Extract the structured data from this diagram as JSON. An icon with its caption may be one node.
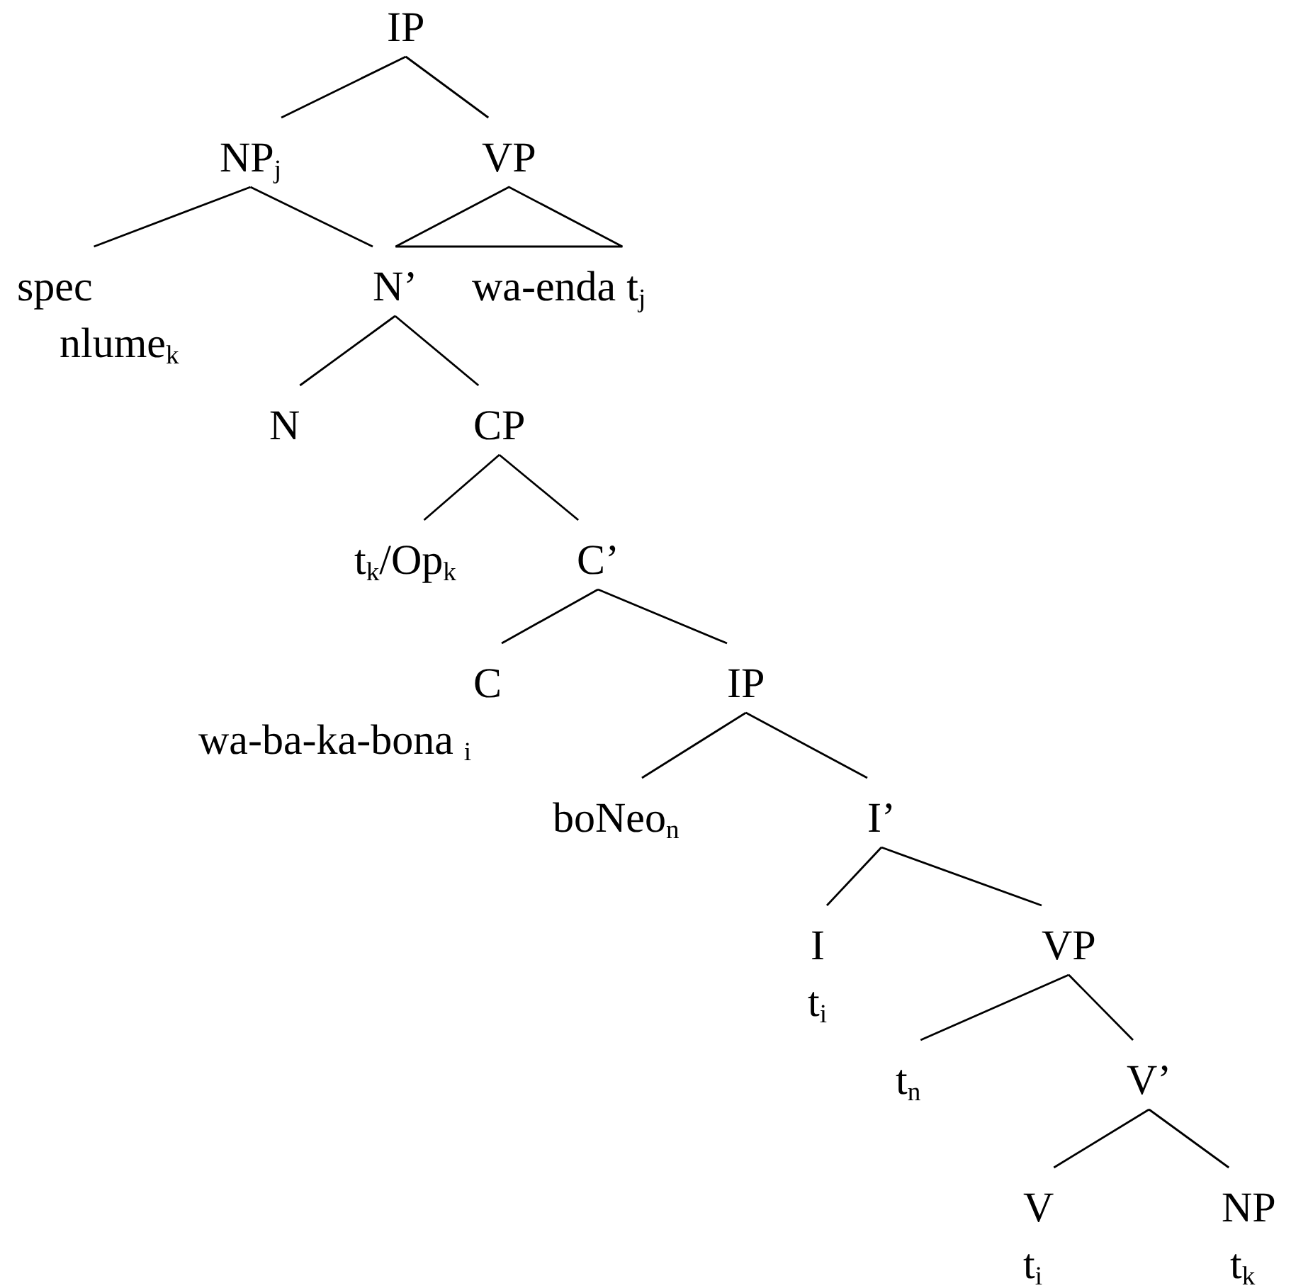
{
  "diagram": {
    "nodes": [
      {
        "text": [
          "IP"
        ]
      },
      {
        "text": [
          "NP$_{j}$"
        ]
      },
      {
        "text": [
          "VP"
        ]
      },
      {
        "text": [
          "spec",
          "nlume$_{k}$"
        ]
      },
      {
        "text": [
          "N’"
        ]
      },
      {
        "text": [
          "wa-enda t$_{j}$"
        ]
      },
      {
        "text": [
          "N"
        ]
      },
      {
        "text": [
          "CP"
        ]
      },
      {
        "text": [
          "t$_{k}$/Op$_{k}$"
        ]
      },
      {
        "text": [
          "C’"
        ]
      },
      {
        "text": [
          "C",
          "wa-ba-ka-bona $_{i}$"
        ]
      },
      {
        "text": [
          "IP"
        ]
      },
      {
        "text": [
          "boNeo$_{n}$"
        ]
      },
      {
        "text": [
          "I’"
        ]
      },
      {
        "text": [
          "I",
          "t$_{i}$"
        ]
      },
      {
        "text": [
          "VP"
        ]
      },
      {
        "text": [
          "t$_{n}$"
        ]
      },
      {
        "text": [
          "V’"
        ]
      },
      {
        "text": [
          "V",
          "t$_{i}$"
        ]
      },
      {
        "text": [
          "NP",
          "t$_{k}$"
        ]
      }
    ],
    "edges": [
      {
        "from": 0,
        "to": 1,
        "arrow": "none"
      },
      {
        "from": 0,
        "to": 2,
        "arrow": "none"
      },
      {
        "from": 1,
        "to": 3,
        "arrow": "none"
      },
      {
        "from": 1,
        "to": 4,
        "arrow": "none"
      },
      {
        "from": 2,
        "to": 5,
        "arrow": "none"
      },
      {
        "from": 4,
        "to": 6,
        "arrow": "none"
      },
      {
        "from": 4,
        "to": 7,
        "arrow": "none"
      },
      {
        "from": 7,
        "to": 8,
        "arrow": "none"
      },
      {
        "from": 7,
        "to": 9,
        "arrow": "none"
      },
      {
        "from": 9,
        "to": 10,
        "arrow": "none"
      },
      {
        "from": 9,
        "to": 11,
        "arrow": "none"
      },
      {
        "from": 11,
        "to": 12,
        "arrow": "none"
      },
      {
        "from": 11,
        "to": 13,
        "arrow": "none"
      },
      {
        "from": 13,
        "to": 14,
        "arrow": "none"
      },
      {
        "from": 13,
        "to": 15,
        "arrow": "none"
      },
      {
        "from": 15,
        "to": 16,
        "arrow": "none"
      },
      {
        "from": 15,
        "to": 17,
        "arrow": "none"
      },
      {
        "from": 17,
        "to": 18,
        "arrow": "none"
      },
      {
        "from": 17,
        "to": 19,
        "arrow": "none"
      }
    ]
  }
}
